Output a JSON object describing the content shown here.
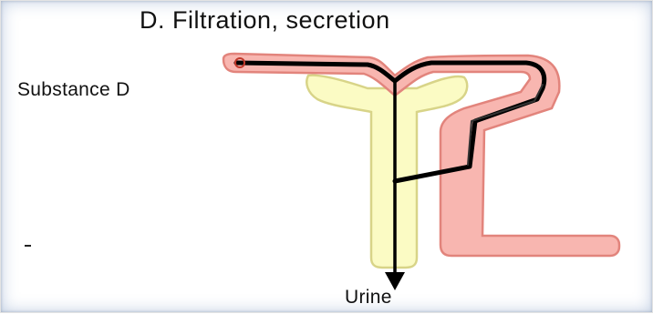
{
  "diagram": {
    "title": "D. Filtration, secretion",
    "labels": {
      "substance": "Substance D",
      "output": "Urine"
    },
    "colors": {
      "tubule_fill": "#f8b6b0",
      "tubule_outline": "#e2847c",
      "duct_fill": "#fbfbc4",
      "duct_outline": "#d8d488",
      "pathway": "#000000"
    }
  }
}
